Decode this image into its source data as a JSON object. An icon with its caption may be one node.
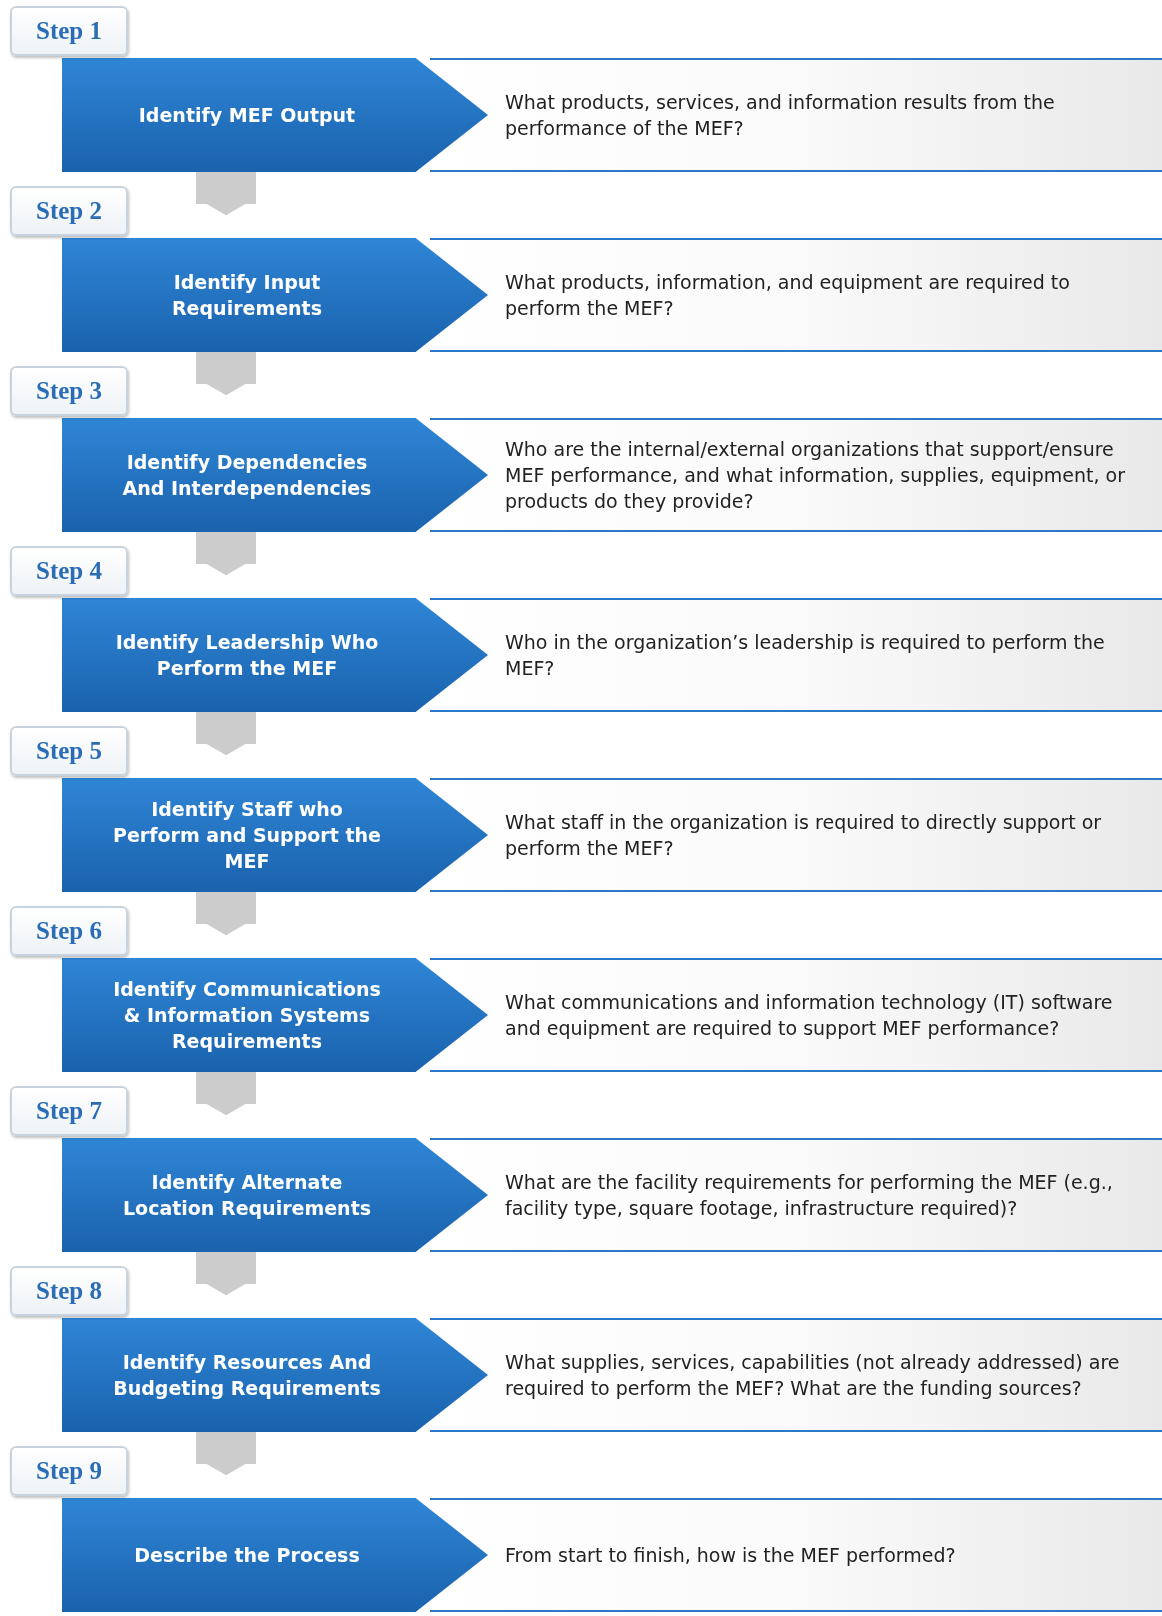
{
  "diagram": {
    "nodes": [
      {
        "text": [
          "Step 1"
        ]
      },
      {
        "text": [
          "Identify MEF Output"
        ]
      },
      {
        "text": [
          "What products, services, and information results from the performance of the MEF?"
        ]
      },
      {
        "text": [
          "Step 2"
        ]
      },
      {
        "text": [
          "Identify Input Requirements"
        ]
      },
      {
        "text": [
          "What products, information, and equipment are required to perform the MEF?"
        ]
      },
      {
        "text": [
          "Step 3"
        ]
      },
      {
        "text": [
          "Identify Dependencies And Interdependencies"
        ]
      },
      {
        "text": [
          "Who are the internal/external organizations that support/ensure MEF performance, and what information, supplies, equipment, or products do they provide?"
        ]
      },
      {
        "text": [
          "Step 4"
        ]
      },
      {
        "text": [
          "Identify Leadership Who Perform the MEF"
        ]
      },
      {
        "text": [
          "Who in the organization’s leadership is required to perform the MEF?"
        ]
      },
      {
        "text": [
          "Step 5"
        ]
      },
      {
        "text": [
          "Identify Staff who Perform and Support the MEF"
        ]
      },
      {
        "text": [
          "What staff in the organization is required to directly support or perform the MEF?"
        ]
      },
      {
        "text": [
          "Step 6"
        ]
      },
      {
        "text": [
          "Identify Communications & Information Systems Requirements"
        ]
      },
      {
        "text": [
          "What communications and information technology (IT) software and equipment are required to support MEF performance?"
        ]
      },
      {
        "text": [
          "Step 7"
        ]
      },
      {
        "text": [
          "Identify Alternate Location Requirements"
        ]
      },
      {
        "text": [
          "What are the facility requirements for performing the MEF (e.g., facility type, square footage, infrastructure required)?"
        ]
      },
      {
        "text": [
          "Step 8"
        ]
      },
      {
        "text": [
          "Identify Resources And Budgeting Requirements"
        ]
      },
      {
        "text": [
          "What supplies, services, capabilities (not already addressed) are required to perform the MEF? What are the funding sources?"
        ]
      },
      {
        "text": [
          "Step 9"
        ]
      },
      {
        "text": [
          "Describe the Process"
        ]
      },
      {
        "text": [
          "From start to finish, how is the MEF performed?"
        ]
      }
    ],
    "edges": [
      {
        "from": 1,
        "to": 4,
        "arrow": "to"
      },
      {
        "from": 4,
        "to": 7,
        "arrow": "to"
      },
      {
        "from": 7,
        "to": 10,
        "arrow": "to"
      },
      {
        "from": 10,
        "to": 13,
        "arrow": "to"
      },
      {
        "from": 13,
        "to": 16,
        "arrow": "to"
      },
      {
        "from": 16,
        "to": 19,
        "arrow": "to"
      },
      {
        "from": 19,
        "to": 22,
        "arrow": "to"
      },
      {
        "from": 22,
        "to": 25,
        "arrow": "to"
      }
    ]
  }
}
